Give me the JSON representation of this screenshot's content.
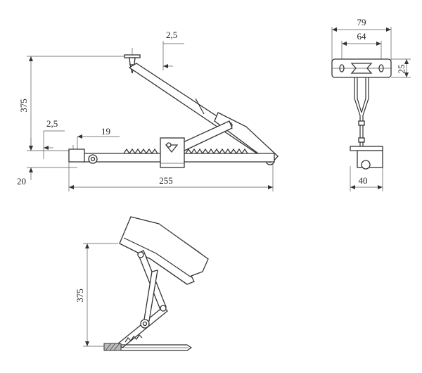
{
  "drawing": {
    "side_view": {
      "height_label": "375",
      "base_offset_label": "20",
      "length_label": "255",
      "top_pin_label": "2,5",
      "bottom_pin_label": "2,5",
      "bracket_width_label": "19"
    },
    "front_view": {
      "total_width_label": "79",
      "hole_spacing_label": "64",
      "plate_height_label": "25",
      "base_width_label": "40"
    },
    "mounted_view": {
      "height_label": "375"
    }
  }
}
